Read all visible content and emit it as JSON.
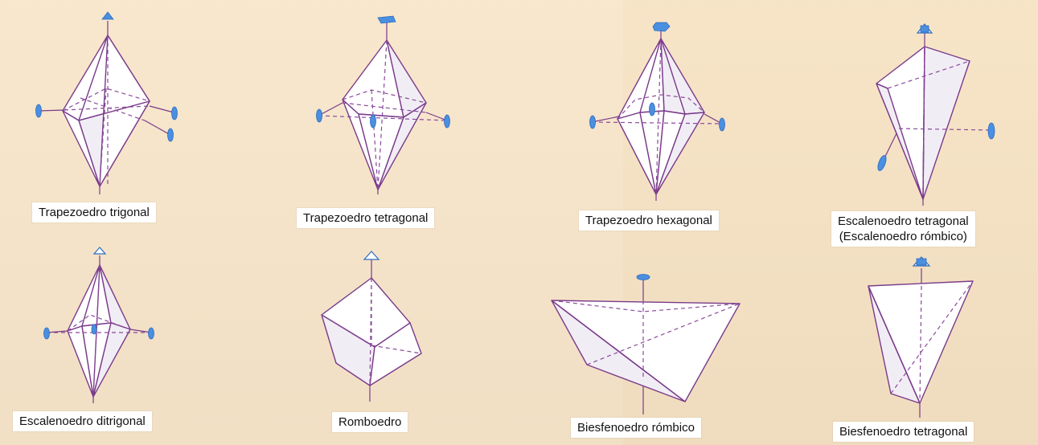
{
  "labels": {
    "trapezoedro_trigonal": "Trapezoedro trigonal",
    "trapezoedro_tetragonal": "Trapezoedro tetragonal",
    "trapezoedro_hexagonal": "Trapezoedro hexagonal",
    "escalenoedro_tetragonal_line1": "Escalenoedro tetragonal",
    "escalenoedro_tetragonal_line2": "(Escalenoedro rómbico)",
    "escalenoedro_ditrigonal": "Escalenoedro ditrigonal",
    "romboedro": "Romboedro",
    "biesfenoedro_rombico": "Biesfenoedro rómbico",
    "biesfenoedro_tetragonal": "Biesfenoedro tetragonal"
  },
  "colors": {
    "background": "#f7e3c4",
    "edge": "#7a3a8a",
    "symmetry_symbol": "#4a8fe0",
    "label_box": "#ffffff"
  }
}
